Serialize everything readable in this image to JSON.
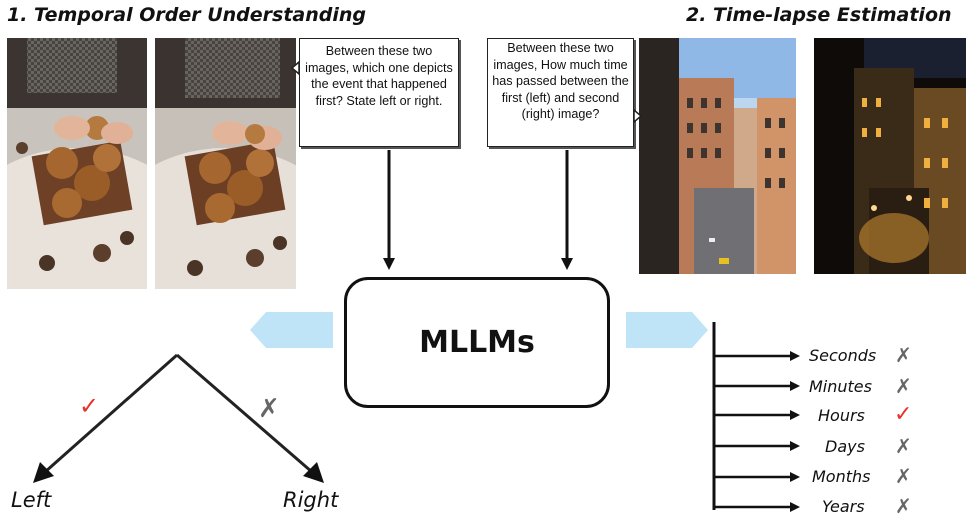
{
  "section1": {
    "title": "1. Temporal Order Understanding"
  },
  "section2": {
    "title": "2. Time-lapse Estimation"
  },
  "bubble_left": {
    "text": "Between these two images, which one depicts the event that happened first? State left or right."
  },
  "bubble_right": {
    "text": "Between these two images, How much time has passed between the first (left) and second (right) image?"
  },
  "center": {
    "label": "MLLMs"
  },
  "tree": {
    "left_label": "Left",
    "right_label": "Right",
    "left_mark": "check-icon",
    "right_mark": "cross-icon"
  },
  "time_scale": {
    "items": [
      {
        "label": "Seconds",
        "mark": "cross-icon"
      },
      {
        "label": "Minutes",
        "mark": "cross-icon"
      },
      {
        "label": "Hours",
        "mark": "check-icon"
      },
      {
        "label": "Days",
        "mark": "cross-icon"
      },
      {
        "label": "Months",
        "mark": "cross-icon"
      },
      {
        "label": "Years",
        "mark": "cross-icon"
      }
    ]
  },
  "symbols": {
    "check": "✓",
    "cross": "✗"
  },
  "colors": {
    "arrow_fill": "#bfe4f8",
    "check": "#e8322b",
    "cross": "#666666"
  }
}
